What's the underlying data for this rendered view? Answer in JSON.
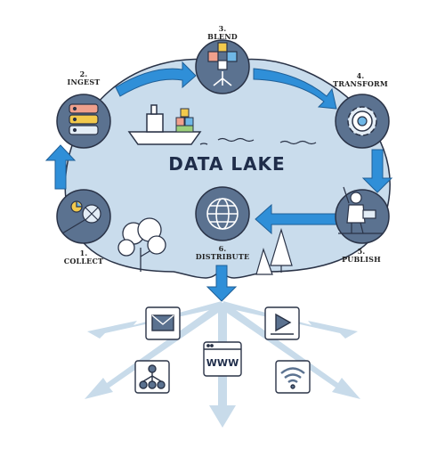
{
  "title": "DATA LAKE",
  "steps": [
    {
      "num": "1.",
      "label": "COLLECT"
    },
    {
      "num": "2.",
      "label": "INGEST"
    },
    {
      "num": "3.",
      "label": "BLEND"
    },
    {
      "num": "4.",
      "label": "TRANSFORM"
    },
    {
      "num": "5.",
      "label": "PUBLISH"
    },
    {
      "num": "6.",
      "label": "DISTRIBUTE"
    }
  ],
  "www_text": "WWW",
  "colors": {
    "lake": "#c9dcec",
    "arrow": "#2f8fd8",
    "arrow_dark": "#1f5f97",
    "outline": "#2a3347",
    "fan_arrow": "#c8dbea",
    "circle": "#5b7290"
  }
}
